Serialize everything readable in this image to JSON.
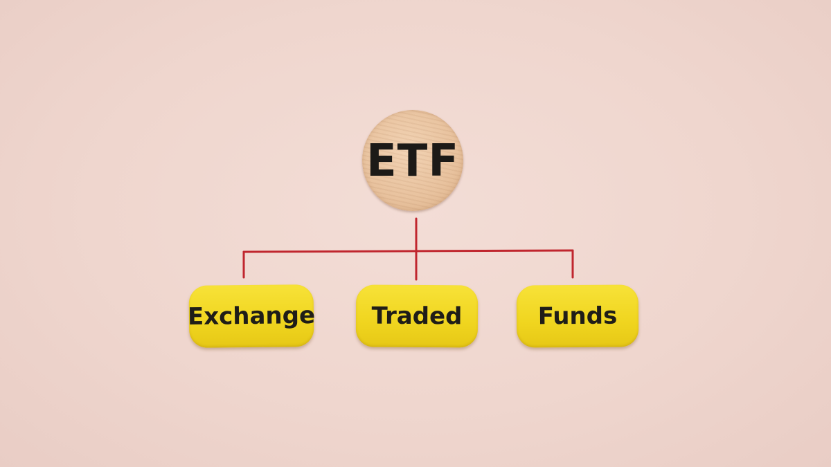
{
  "root": {
    "label": "ETF"
  },
  "children": [
    {
      "label": "Exchange"
    },
    {
      "label": "Traded"
    },
    {
      "label": "Funds"
    }
  ],
  "colors": {
    "background": "#efd6ce",
    "connector": "#c0262e",
    "node_fill": "#f2d822",
    "disc_fill": "#e8c29e",
    "text": "#1f1d18"
  }
}
